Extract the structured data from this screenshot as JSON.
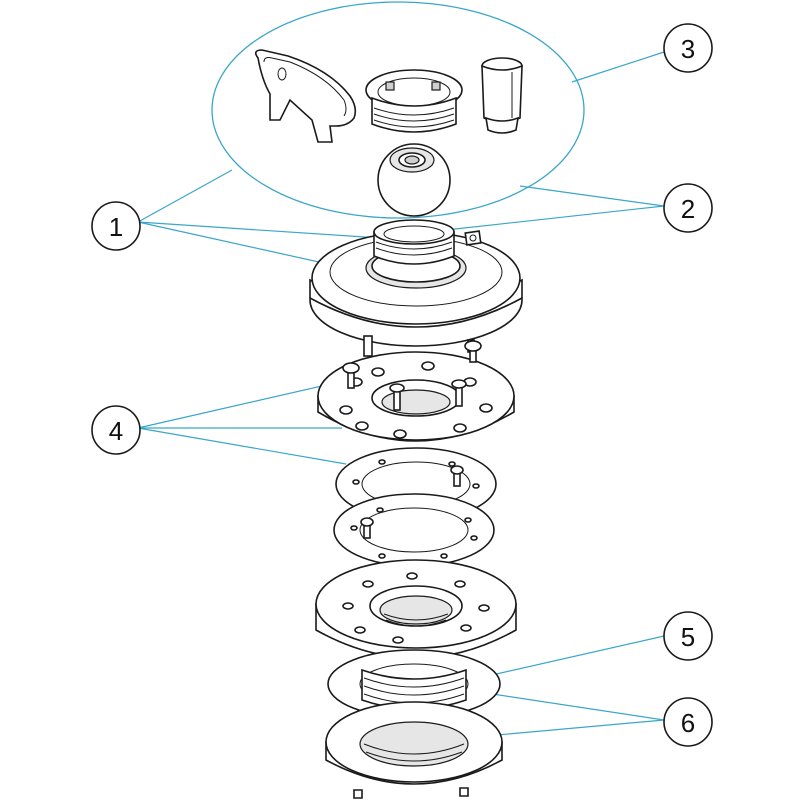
{
  "callouts": [
    {
      "label": "1"
    },
    {
      "label": "2"
    },
    {
      "label": "3"
    },
    {
      "label": "4"
    },
    {
      "label": "5"
    },
    {
      "label": "6"
    }
  ],
  "colors": {
    "leader": "#3aa6c9",
    "outline": "#1a1a1a",
    "fill": "#ffffff",
    "shade": "#e6e6e6"
  }
}
